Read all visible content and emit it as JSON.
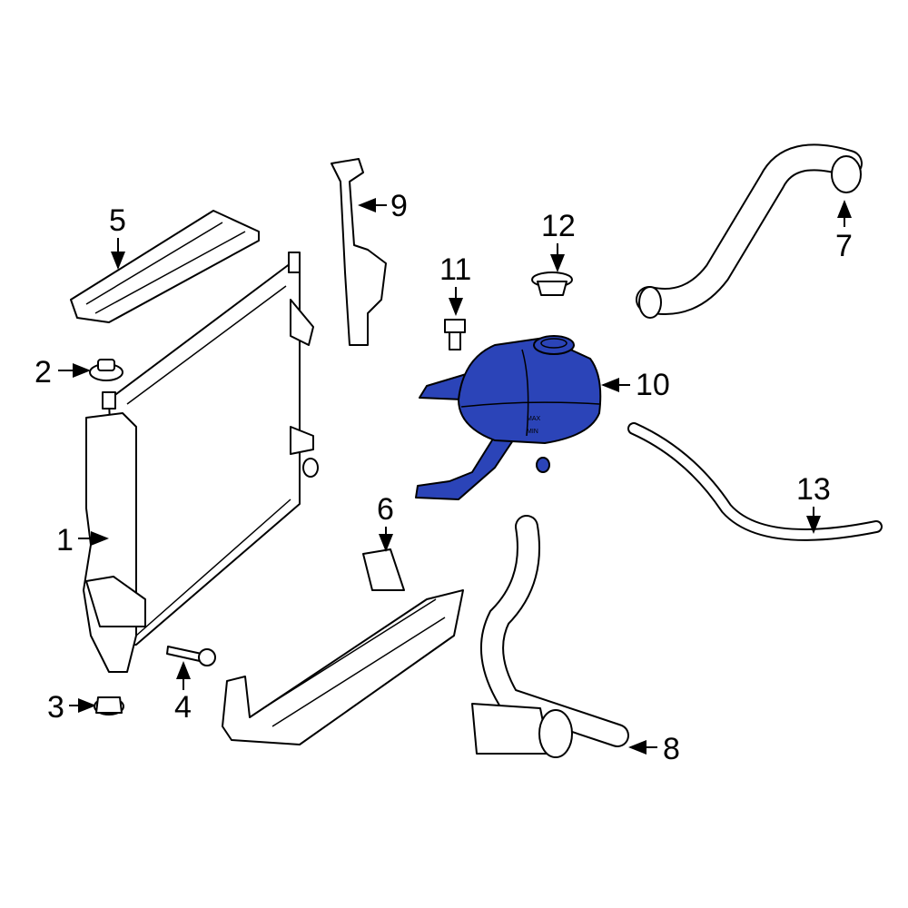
{
  "highlight_color": "#2b44b8",
  "callouts": [
    {
      "number": "1",
      "part": "radiator"
    },
    {
      "number": "2",
      "part": "upper-insulator"
    },
    {
      "number": "3",
      "part": "lower-insulator"
    },
    {
      "number": "4",
      "part": "drain-plug"
    },
    {
      "number": "5",
      "part": "upper-air-deflector"
    },
    {
      "number": "6",
      "part": "lower-air-deflector"
    },
    {
      "number": "7",
      "part": "upper-radiator-hose"
    },
    {
      "number": "8",
      "part": "lower-radiator-hose"
    },
    {
      "number": "9",
      "part": "side-air-seal"
    },
    {
      "number": "10",
      "part": "coolant-reservoir"
    },
    {
      "number": "11",
      "part": "reservoir-bolt"
    },
    {
      "number": "12",
      "part": "reservoir-cap"
    },
    {
      "number": "13",
      "part": "overflow-hose"
    }
  ],
  "reservoir_marks": {
    "max": "MAX",
    "min": "MIN"
  }
}
